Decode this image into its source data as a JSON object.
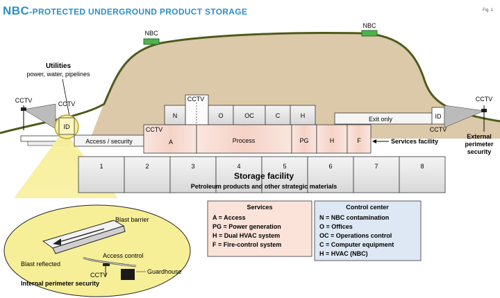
{
  "title": {
    "prefix": "NBC",
    "rest": "-PROTECTED UNDERGROUND PRODUCT STORAGE"
  },
  "fig_label": "Fig. 1",
  "labels": {
    "nbc_left": "NBC",
    "nbc_right": "NBC",
    "utilities_title": "Utilities",
    "utilities_sub": "power, water, pipelines",
    "cctv_far_left": "CCTV",
    "cctv_left": "CCTV",
    "id_left": "ID",
    "cctv_upper": "CCTV",
    "cctv_access": "CCTV",
    "cctv_exit": "CCTV",
    "cctv_right": "CCTV",
    "id_right": "ID",
    "access_security": "Access / security",
    "exit_only": "Exit only",
    "services_facility": "Services facility",
    "external_line1": "External",
    "external_line2": "perimeter",
    "external_line3": "security"
  },
  "top_rooms": [
    "N",
    "O",
    "OC",
    "C",
    "H"
  ],
  "service_rooms": {
    "a": "A",
    "process": "Process",
    "pg": "PG",
    "h": "H",
    "f": "F"
  },
  "storage_cells": [
    "1",
    "2",
    "3",
    "4",
    "5",
    "6",
    "7",
    "8"
  ],
  "storage": {
    "title": "Storage facility",
    "subtitle": "Petroleum products and other strategic materials"
  },
  "services_legend": {
    "title": "Services",
    "items": [
      "A = Access",
      "PG = Power generation",
      "H = Dual HVAC system",
      "F = Fire-control system"
    ]
  },
  "control_legend": {
    "title": "Control center",
    "items": [
      "N = NBC contamination",
      "O = Offices",
      "OC = Operations control",
      "C = Computer equipment",
      "H = HVAC (NBC)"
    ]
  },
  "detail": {
    "blast_barrier": "Blast barrier",
    "access_control": "Access control",
    "blast_reflected": "Blast reflected",
    "guardhouse": "Guardhouse",
    "cctv": "CCTV",
    "internal_security": "Internal perimeter security"
  },
  "colors": {
    "title_blue": "#2b8fc5",
    "mound_fill": "#dbc9a9",
    "mound_edge": "#4f5a1c",
    "nbc_green": "#4db34a",
    "pink_room": "#f7dcd3",
    "grey_cell": "#ececec",
    "services_bg": "#fbe3da",
    "control_bg": "#dde8f4",
    "yellow": "#f7ef98"
  }
}
